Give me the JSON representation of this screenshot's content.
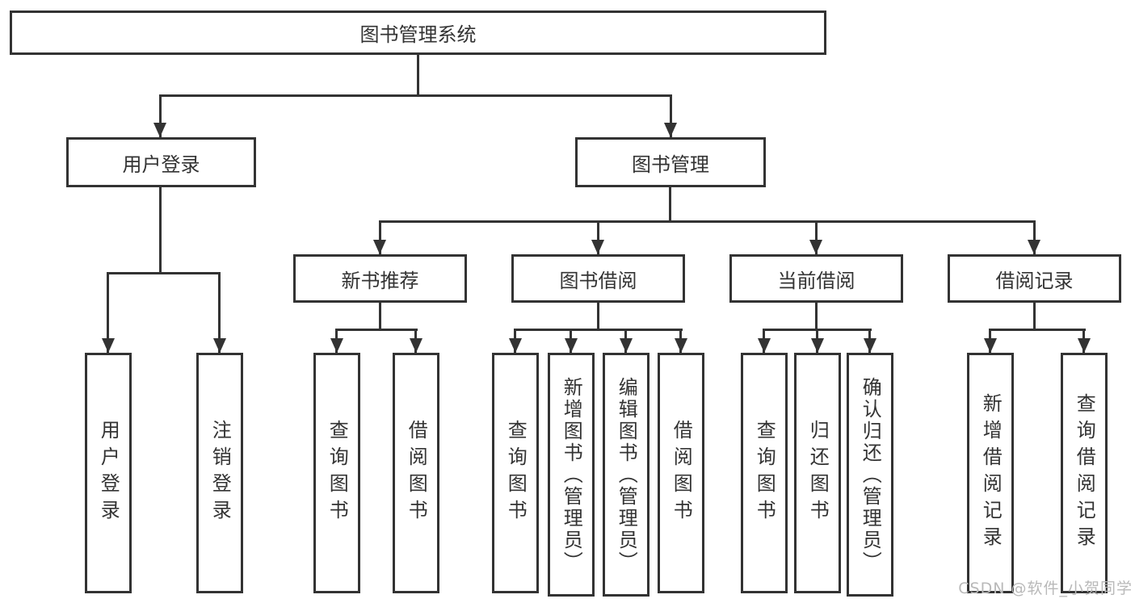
{
  "diagram": {
    "root": "图书管理系统",
    "branches": [
      {
        "label": "用户登录",
        "leaves": [
          "用户登录",
          "注销登录"
        ]
      },
      {
        "label": "图书管理",
        "sections": [
          {
            "label": "新书推荐",
            "leaves": [
              "查询图书",
              "借阅图书"
            ]
          },
          {
            "label": "图书借阅",
            "leaves": [
              "查询图书",
              "新增图书（管理员）",
              "编辑图书（管理员）",
              "借阅图书"
            ]
          },
          {
            "label": "当前借阅",
            "leaves": [
              "查询图书",
              "归还图书",
              "确认归还（管理员）"
            ]
          },
          {
            "label": "借阅记录",
            "leaves": [
              "新增借阅记录",
              "查询借阅记录"
            ]
          }
        ]
      }
    ]
  },
  "watermark": "CSDN @软件_小贺同学",
  "colors": {
    "line": "#333333",
    "text": "#333333",
    "watermark": "#b9b9b9",
    "background": "#ffffff"
  }
}
